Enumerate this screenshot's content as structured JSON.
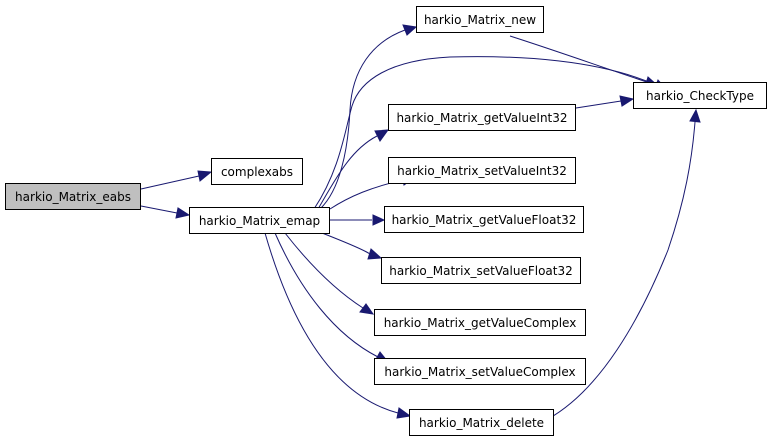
{
  "diagram": {
    "type": "call-graph",
    "edge_color": "#191970",
    "current_fill": "#bfbfbf",
    "nodes": {
      "eabs": "harkio_Matrix_eabs",
      "complexabs": "complexabs",
      "emap": "harkio_Matrix_emap",
      "new": "harkio_Matrix_new",
      "check_type": "harkio_CheckType",
      "get_value_int32": "harkio_Matrix_getValueInt32",
      "set_value_int32": "harkio_Matrix_setValueInt32",
      "get_value_float32": "harkio_Matrix_getValueFloat32",
      "set_value_float32": "harkio_Matrix_setValueFloat32",
      "get_value_complex": "harkio_Matrix_getValueComplex",
      "set_value_complex": "harkio_Matrix_setValueComplex",
      "delete": "harkio_Matrix_delete"
    },
    "edges": [
      [
        "eabs",
        "complexabs"
      ],
      [
        "eabs",
        "emap"
      ],
      [
        "emap",
        "new"
      ],
      [
        "emap",
        "check_type"
      ],
      [
        "emap",
        "get_value_int32"
      ],
      [
        "emap",
        "set_value_int32"
      ],
      [
        "emap",
        "get_value_float32"
      ],
      [
        "emap",
        "set_value_float32"
      ],
      [
        "emap",
        "get_value_complex"
      ],
      [
        "emap",
        "set_value_complex"
      ],
      [
        "emap",
        "delete"
      ],
      [
        "new",
        "check_type"
      ],
      [
        "get_value_int32",
        "check_type"
      ],
      [
        "delete",
        "check_type"
      ]
    ]
  }
}
